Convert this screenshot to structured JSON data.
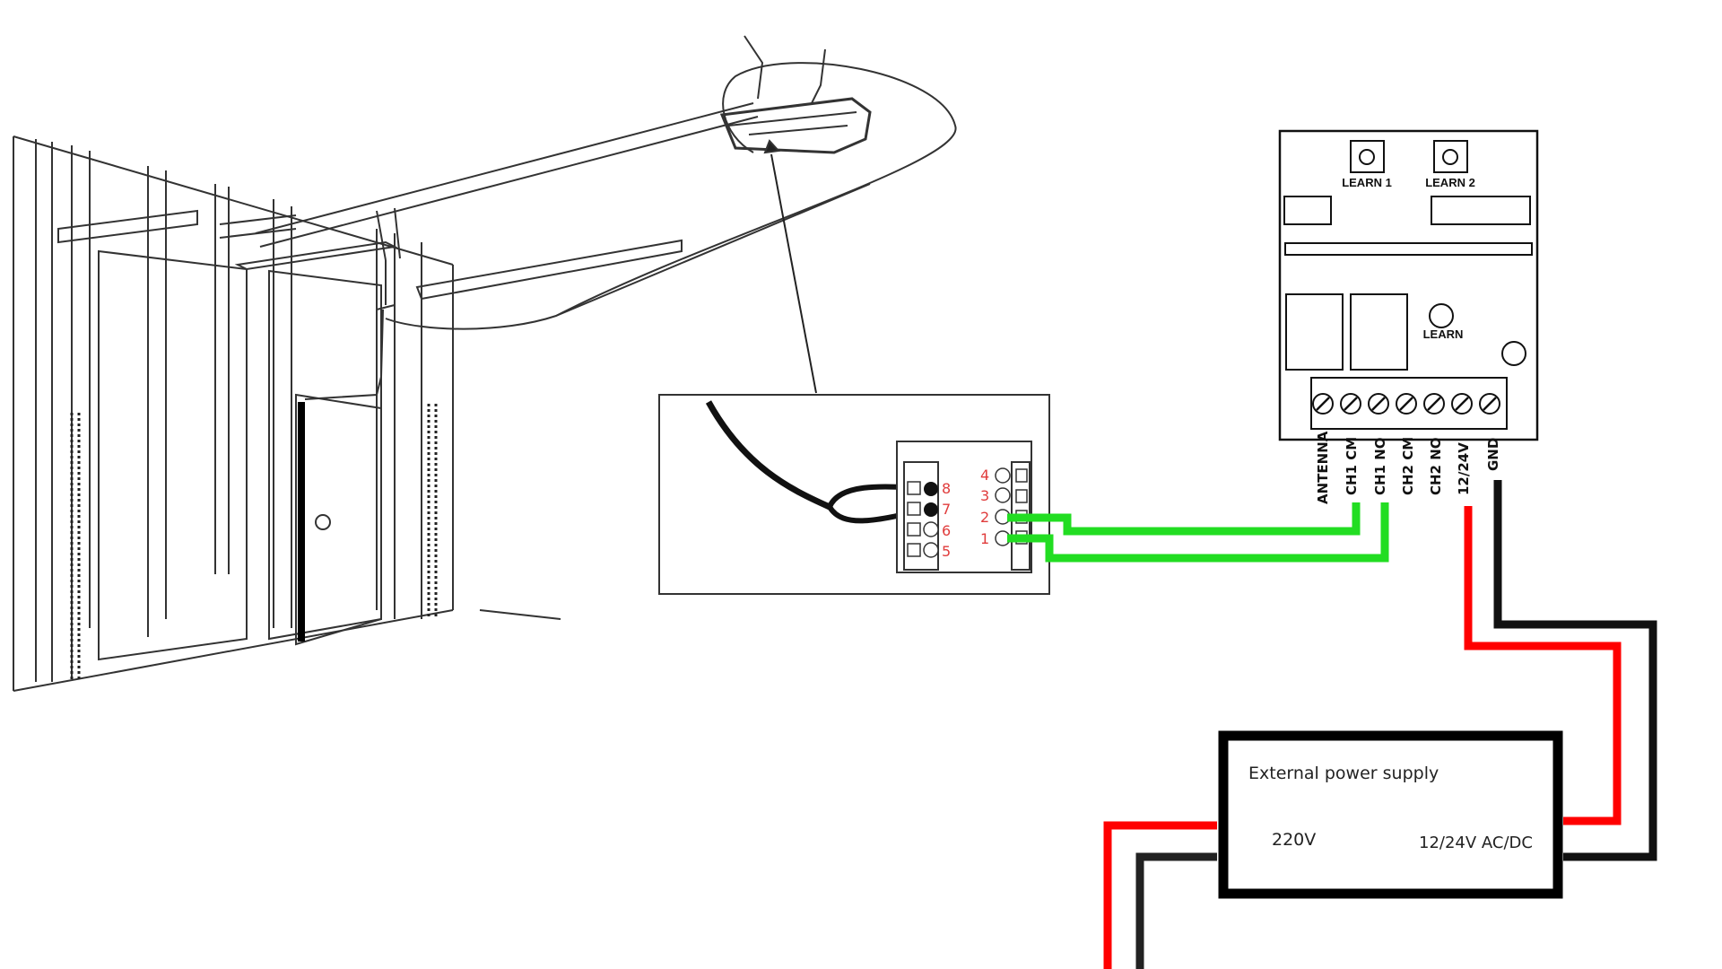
{
  "receiver": {
    "button_labels": [
      "LEARN 1",
      "LEARN 2",
      "LEARN"
    ],
    "terminals": [
      "ANTENNA",
      "CH1 CM",
      "CH1 NO",
      "CH2 CM",
      "CH2 NO",
      "12/24V",
      "GND"
    ]
  },
  "opener_terminal_block": {
    "pins_right": [
      "4",
      "3",
      "2",
      "1"
    ],
    "pins_left": [
      "8",
      "7",
      "6",
      "5"
    ]
  },
  "power_supply": {
    "title": "External power supply",
    "input_label": "220V",
    "output_label": "12/24V AC/DC"
  },
  "colors": {
    "signal_wire": "#22dd22",
    "positive_wire": "#ff0000",
    "ground_wire": "#111111",
    "pin_label": "#e03c3c"
  }
}
